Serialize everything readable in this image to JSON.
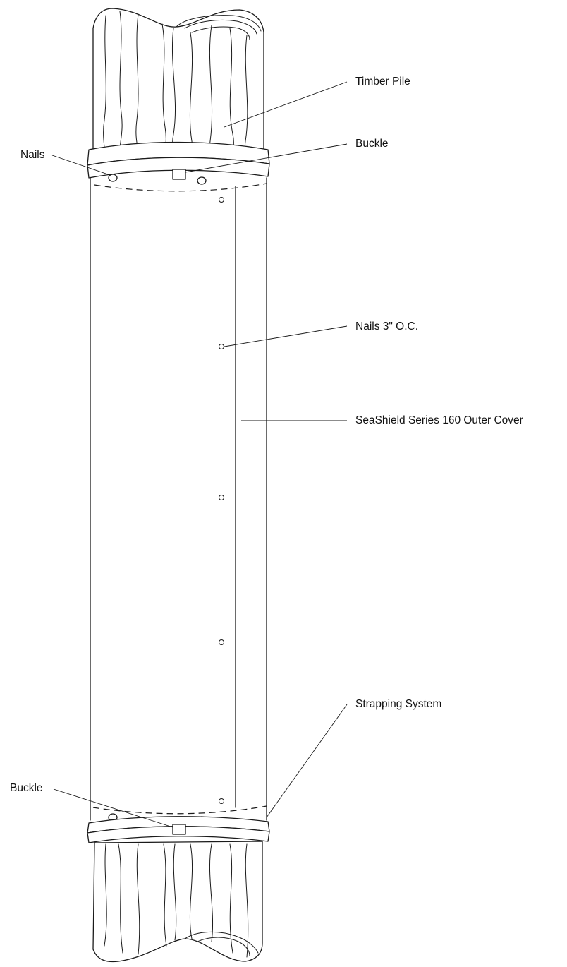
{
  "labels": {
    "timber_pile": "Timber Pile",
    "buckle_top": "Buckle",
    "nails_top": "Nails",
    "nails_oc": "Nails 3\" O.C.",
    "outer_cover": "SeaShield Series 160 Outer Cover",
    "strapping_system": "Strapping System",
    "buckle_bottom": "Buckle"
  },
  "colors": {
    "line": "#1a1a1a",
    "background": "#ffffff"
  }
}
